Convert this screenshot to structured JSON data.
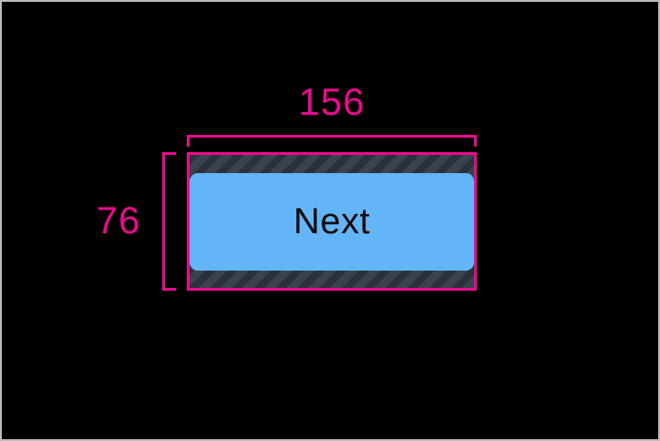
{
  "canvas": {
    "background": "#000000",
    "frame_border": "#BDBDBD"
  },
  "measurements": {
    "width": "156",
    "height": "76",
    "accent_color": "#EC0A8E"
  },
  "widget": {
    "button_label": "Next",
    "button_fill": "#64B5F7",
    "button_text_color": "#0A0A0A",
    "padding_hatch_background": "#3A434D",
    "padding_hatch_stripe": "#2A313A"
  }
}
